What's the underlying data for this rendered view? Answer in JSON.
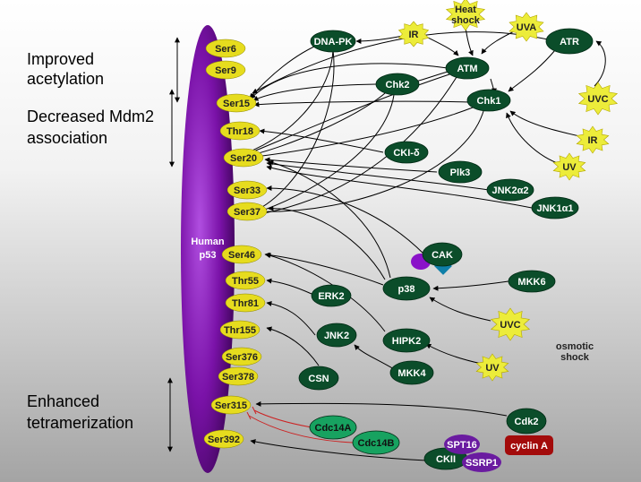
{
  "side_labels": {
    "improved": [
      "Improved",
      "acetylation"
    ],
    "decreased": [
      "Decreased Mdm2",
      "association"
    ],
    "enhanced": [
      "Enhanced",
      "tetramerization"
    ]
  },
  "p53": {
    "label": [
      "Human",
      "p53"
    ],
    "color": "#6b0a8e"
  },
  "sites": [
    "Ser6",
    "Ser9",
    "Ser15",
    "Thr18",
    "Ser20",
    "Ser33",
    "Ser37",
    "Ser46",
    "Thr55",
    "Thr81",
    "Thr155",
    "Ser376",
    "Ser378",
    "Ser315",
    "Ser392"
  ],
  "kinases": {
    "dnapk": "DNA-PK",
    "atm": "ATM",
    "atr": "ATR",
    "chk2": "Chk2",
    "chk1": "Chk1",
    "ckid": "CKI-δ",
    "plk3": "Plk3",
    "jnk2a2": "JNK2α2",
    "jnk1a1": "JNK1α1",
    "cak": "CAK",
    "mkk6": "MKK6",
    "p38": "p38",
    "erk2": "ERK2",
    "jnk2": "JNK2",
    "hipk2": "HIPK2",
    "mkk4": "MKK4",
    "csn": "CSN",
    "cdk2": "Cdk2",
    "cdc14a": "Cdc14A",
    "cdc14b": "Cdc14B",
    "ckii": "CKII"
  },
  "other_proteins": {
    "spt16": "SPT16",
    "ssrp1": "SSRP1",
    "cyclin_a": "cyclin A"
  },
  "stimuli": {
    "heat_shock": [
      "Heat",
      "shock"
    ],
    "ir_top": "IR",
    "uva": "UVA",
    "uvc_top": "UVC",
    "ir_right": "IR",
    "uv_right": "UV",
    "uvc_mid": "UVC",
    "uv_bottom": "UV",
    "osmotic": [
      "osmotic",
      "shock"
    ]
  },
  "colors": {
    "site": "#e6dc1e",
    "kinase": "#0b4d2a",
    "kinase_light": "#17a260",
    "stimulus": "#ecec3a",
    "cyclin": "#a30b0b",
    "fact": "#6a1ba0",
    "inhibit": "#cc2222"
  }
}
